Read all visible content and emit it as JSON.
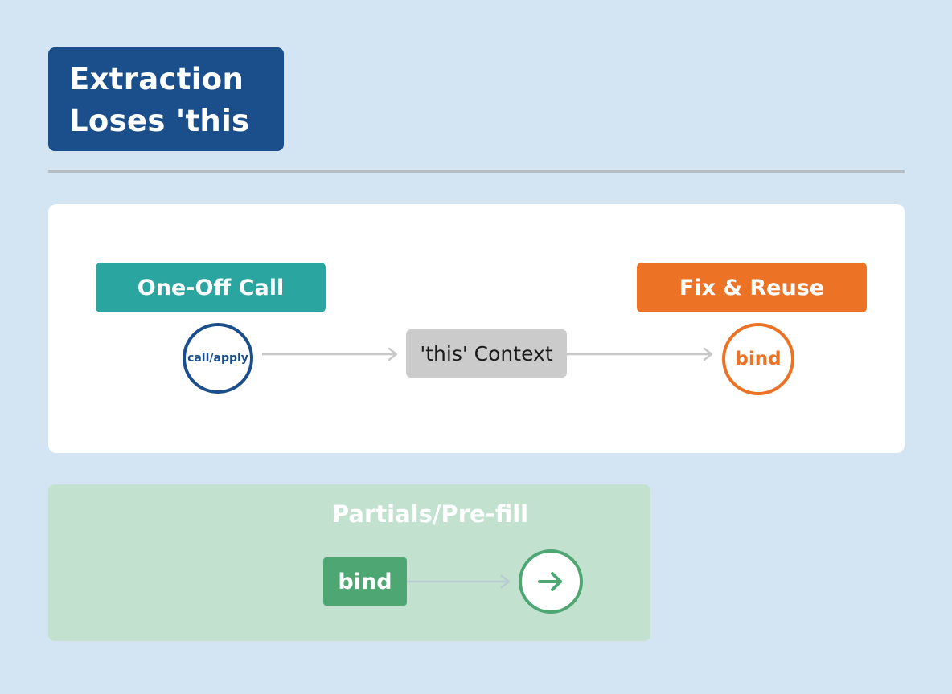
{
  "title": {
    "line1": "Extraction",
    "line2": "Loses 'this"
  },
  "diagram": {
    "one_off_label": "One-Off Call",
    "fix_reuse_label": "Fix & Reuse",
    "call_apply_label": "call/apply",
    "context_label": "'this' Context",
    "bind_label": "bind"
  },
  "partials": {
    "title": "Partials/Pre-fill",
    "bind_label": "bind"
  },
  "colors": {
    "background": "#d3e5f2",
    "title_blue": "#1b4f8b",
    "teal": "#2aa59f",
    "orange": "#ec7226",
    "grey": "#cbcbcb",
    "green": "#4ea673",
    "green_panel": "#c2e2cf"
  },
  "icons": {
    "flow_arrow": "arrow-right-icon",
    "result_icon": "arrow-right-circle-icon"
  }
}
